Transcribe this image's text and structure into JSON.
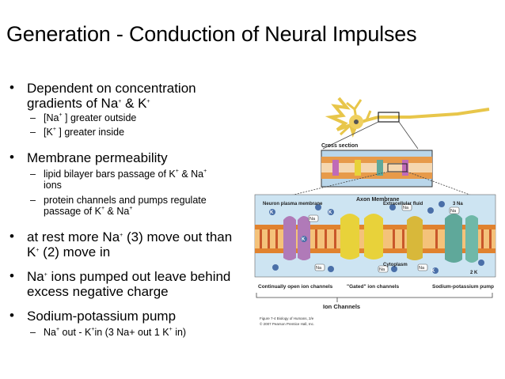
{
  "slide": {
    "title": "Generation - Conduction of Neural Impulses",
    "bullets": [
      {
        "line1": "Dependent on concentration",
        "line2_pre": "gradients of Na",
        "line2_sup": "+",
        "line2_mid": " & K",
        "line2_sup2": "+"
      },
      {
        "text": "Membrane permeability"
      },
      {
        "pre": "at rest more Na",
        "sup": "+",
        "post": " (3) move out than",
        "line2_pre": "K",
        "line2_sup": "+",
        "line2_post": " (2) move in"
      },
      {
        "pre": "Na",
        "sup": "+",
        "post": " ions pumped out leave behind",
        "line2": "excess negative charge"
      },
      {
        "text": "Sodium-potassium pump"
      }
    ],
    "subbullets": {
      "s1": {
        "pre": "[Na",
        "sup": "+",
        "post": " ] greater outside"
      },
      "s2": {
        "pre": "[K",
        "sup": "+",
        "post": " ] greater inside"
      },
      "s3": {
        "pre": "lipid bilayer bars passage of K",
        "sup": "+",
        "mid": " & Na",
        "sup2": "+",
        "line2": "ions"
      },
      "s4": {
        "line1": "protein channels and pumps regulate",
        "pre": "passage of  K",
        "sup": "+",
        "mid": " & Na",
        "sup2": "+"
      },
      "s5": {
        "pre": "Na",
        "sup": "+",
        "mid": " out - K",
        "sup2": "+",
        "post": "in (3 Na+ out 1 K",
        "sup3": "+",
        "end": " in)"
      }
    },
    "dash": "–",
    "bullet_char": "•"
  },
  "figure": {
    "cross_section": "Cross section",
    "axon_membrane": "Axon Membrane",
    "neuron_membrane": "Neuron plasma membrane",
    "extracellular": "Extracellular fluid",
    "cytoplasm": "Cytoplasm",
    "na3": "3 Na",
    "k2": "2 K",
    "open_channels": "Continually open ion channels",
    "gated": "\"Gated\" ion channels",
    "pump": "Sodium-potassium pump",
    "ion_channels": "Ion Channels",
    "caption1": "Figure 7-4  Biology of Humans, 2/e",
    "caption2": "© 2007 Pearson Prentice Hall, Inc.",
    "na": "Na",
    "k": "K",
    "colors": {
      "membrane": "#f0a53a",
      "bilayer": "#c9572a",
      "channel_purple": "#b07ab8",
      "channel_yellow": "#e8d23a",
      "pump_green": "#5fa89a",
      "ion_blue": "#4a6fa8"
    }
  }
}
